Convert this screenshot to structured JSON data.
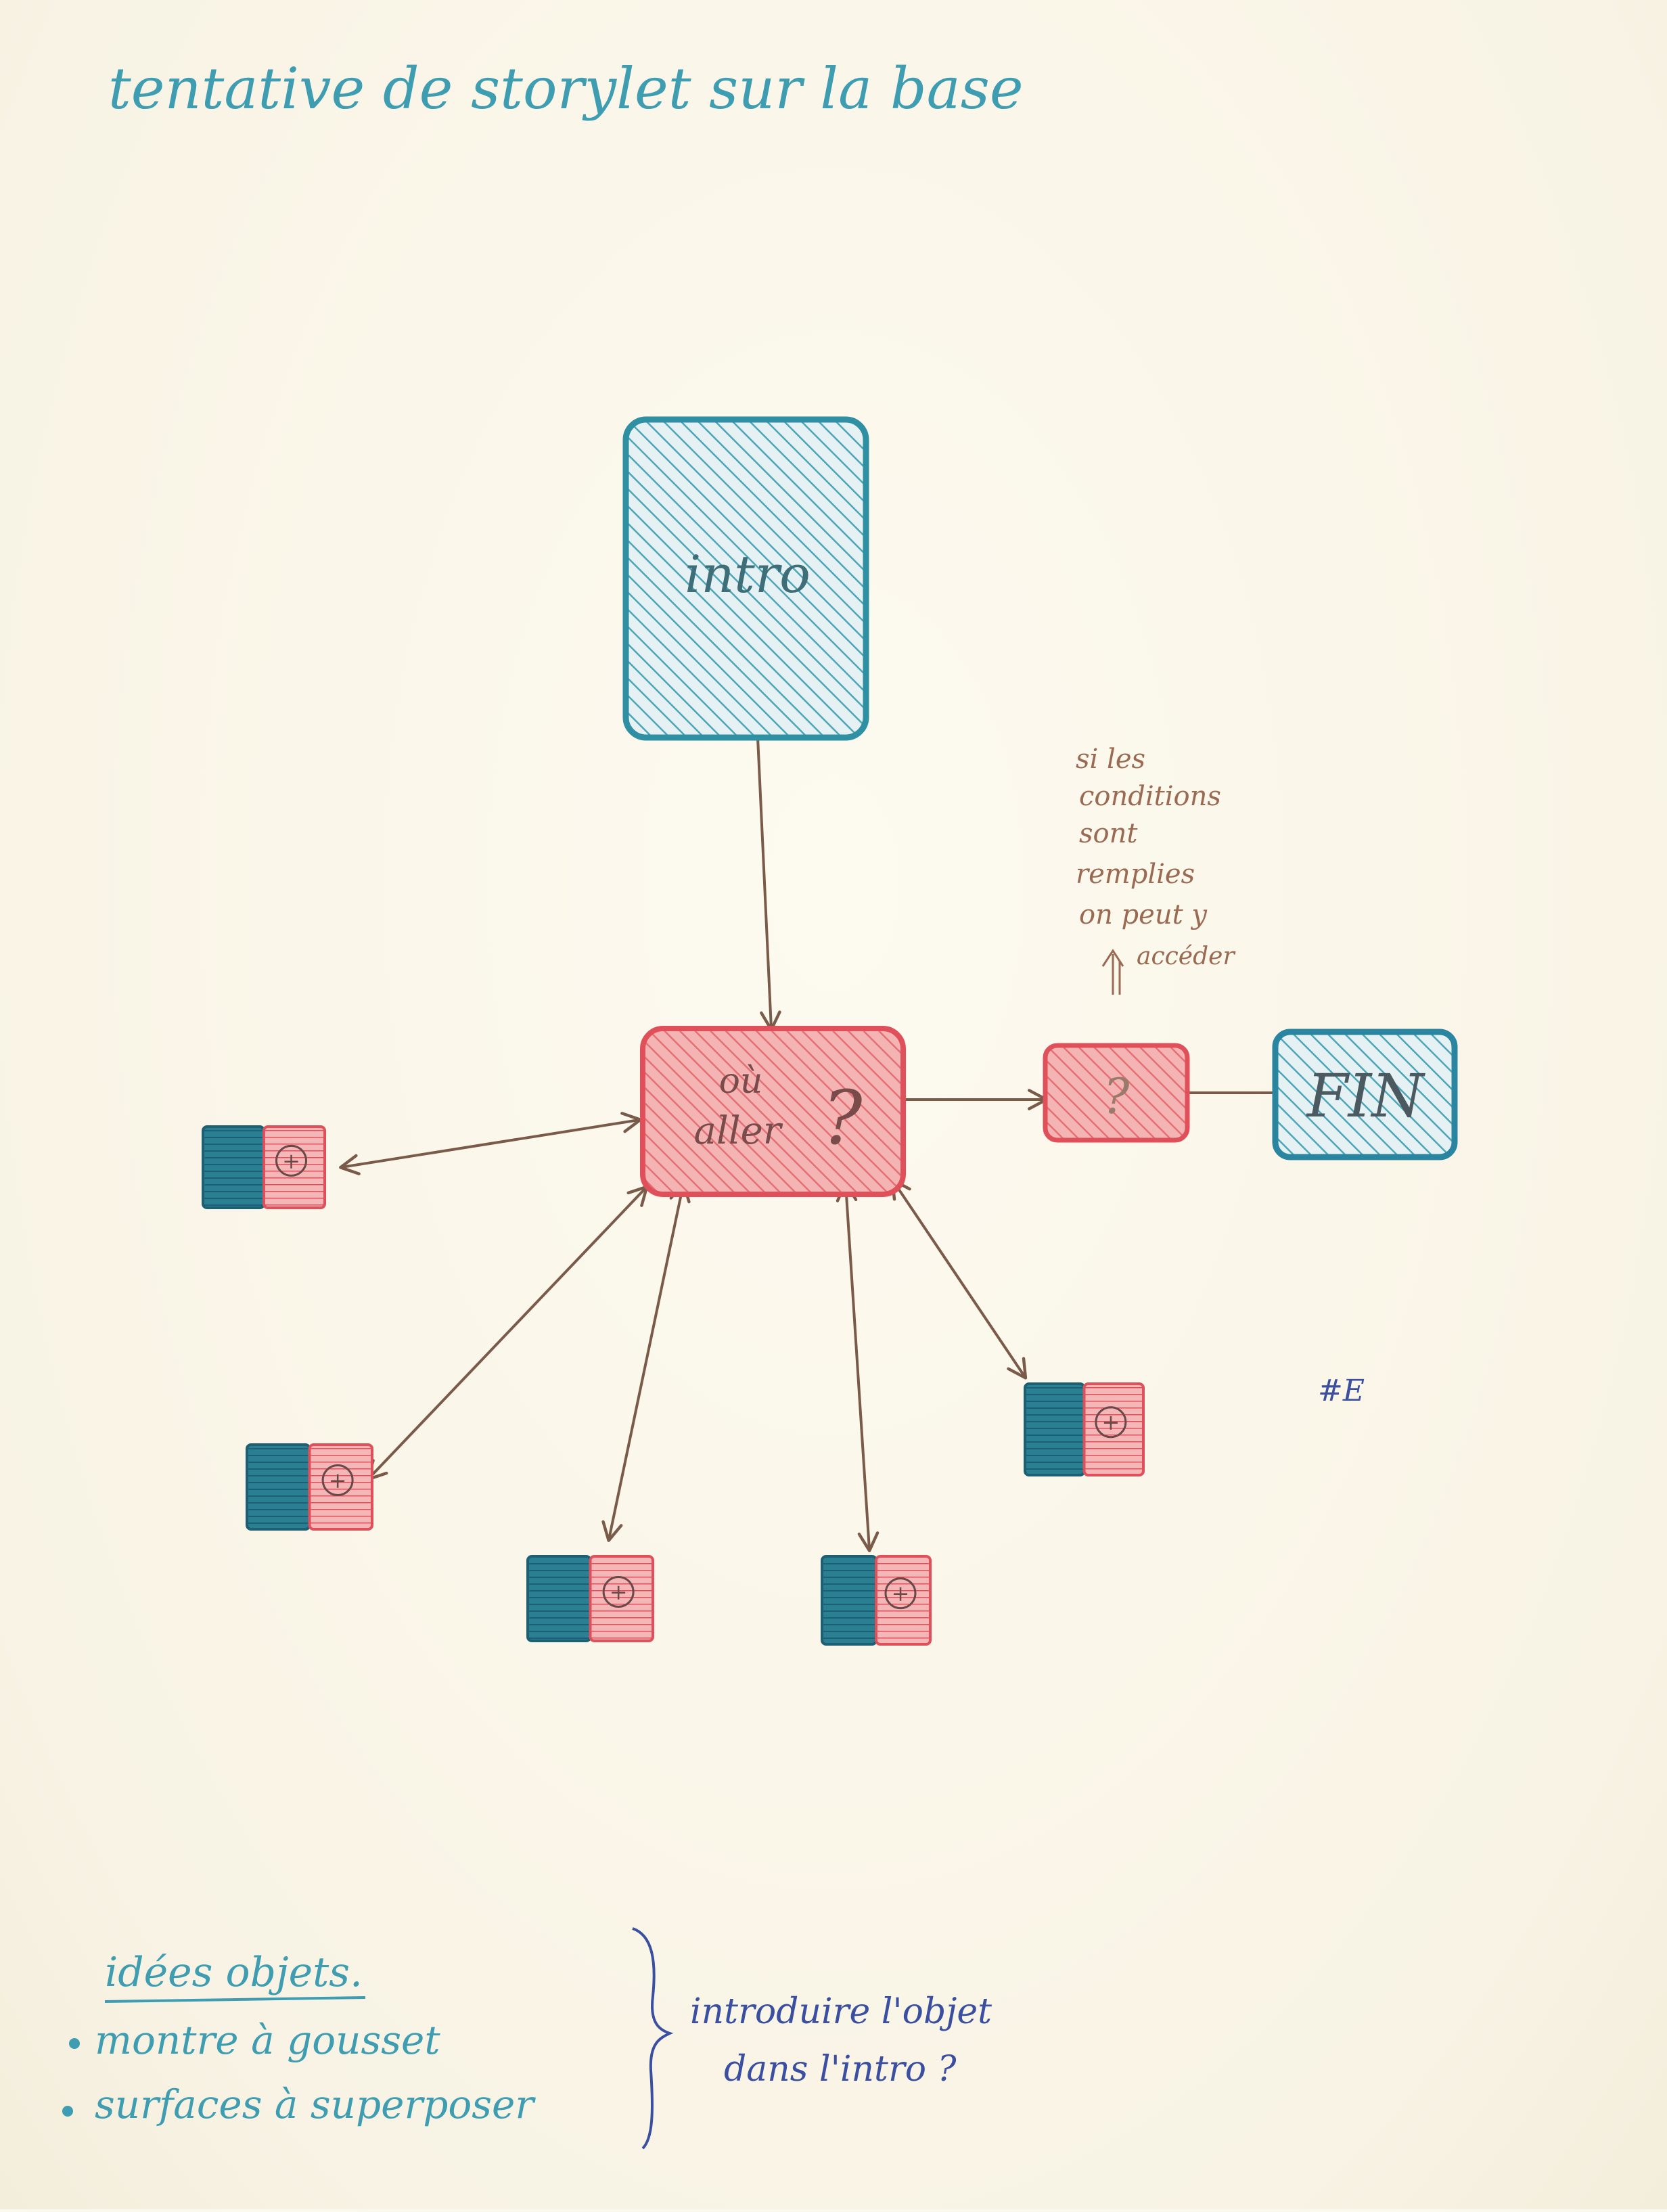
{
  "title": "tentative de storylet sur la base",
  "diagram": {
    "intro": "intro",
    "hub_line1": "où",
    "hub_line2": "aller",
    "hub_mark": "?",
    "gate": "?",
    "end": "FIN",
    "gate_note": [
      "si les",
      "conditions",
      "sont",
      "remplies",
      "on peut y",
      "accéder"
    ],
    "object_symbol": "+",
    "margin_mark": "#E"
  },
  "notes": {
    "heading": "idées objets.",
    "items": [
      "montre à gousset",
      "surfaces à superposer"
    ],
    "aside_line1": "introduire l'objet",
    "aside_line2": "dans l'intro ?"
  },
  "colors": {
    "teal": "#2f8fa3",
    "teal_dark": "#1f6f86",
    "red": "#e0505a",
    "red_fill": "#f2a7a7",
    "brown": "#7a5a48",
    "blue_ink": "#3a4fa0"
  }
}
